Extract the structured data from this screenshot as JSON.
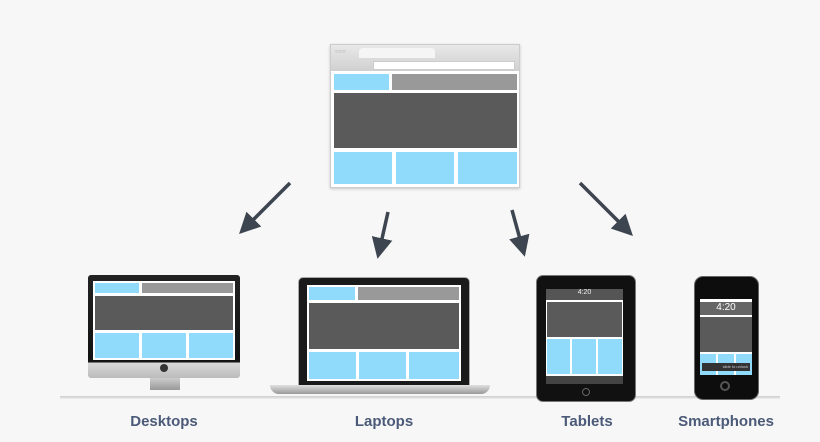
{
  "labels": {
    "desktops": "Desktops",
    "laptops": "Laptops",
    "tablets": "Tablets",
    "smartphones": "Smartphones"
  },
  "tablet_clock": "4:20",
  "phone_clock": "4:20",
  "phone_unlock": "slide to unlock",
  "colors": {
    "block_blue": "#90dbfb",
    "block_gray": "#999999",
    "block_dark": "#5a5a5a",
    "label": "#4b5a78",
    "arrow": "#3d4550"
  }
}
